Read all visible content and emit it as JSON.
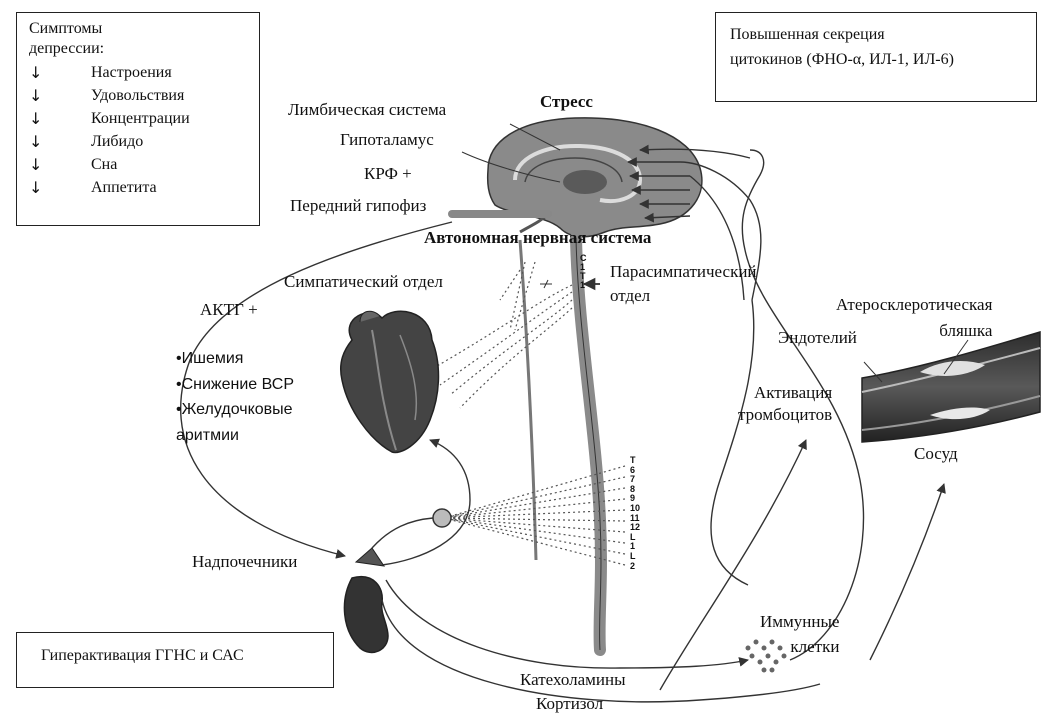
{
  "symptoms": {
    "title": "Симптомы\nдепрессии:",
    "arrow": "↓",
    "items": [
      "Настроения",
      "Удовольствия",
      "Концентрации",
      "Либидо",
      "Сна",
      "Аппетита"
    ]
  },
  "cytokines_box": "Повышенная секреция\nцитокинов (ФНО-α, ИЛ-1, ИЛ-6)",
  "hyperactivation_box": "Гиперактивация ГГНС и САС",
  "labels": {
    "stress": "Стресс",
    "limbic": "Лимбическая система",
    "hypothalamus": "Гипоталамус",
    "crf": "КРФ +",
    "pituitary": "Передний гипофиз",
    "ans": "Автономная нервная система",
    "sympathetic": "Симпатический отдел",
    "parasympathetic": "Парасимпатический\nотдел",
    "acth": "АКТГ +",
    "heart_effects": "•Ишемия\n•Снижение ВСР\n•Желудочковые\nаритмии",
    "atherosclerotic": "Атеросклеротическая\nбляшка",
    "endothelium": "Эндотелий",
    "platelets": "Активация\nтромбоцитов",
    "vessel": "Сосуд",
    "adrenals": "Надпочечники",
    "immune": "Иммунные\nклетки",
    "catecholamines": "Катехоламины",
    "cortisol": "Кортизол"
  },
  "spine_marks": {
    "upper": "C\n1\nT\n1",
    "lower": "T\n6\n7\n8\n9\n10\n11\n12\nL\n1\nL\n2"
  },
  "colors": {
    "outline": "#222222",
    "organ": "#7a7a7a",
    "organ_light": "#b4b4b4",
    "organ_dark": "#3c3c3c"
  }
}
